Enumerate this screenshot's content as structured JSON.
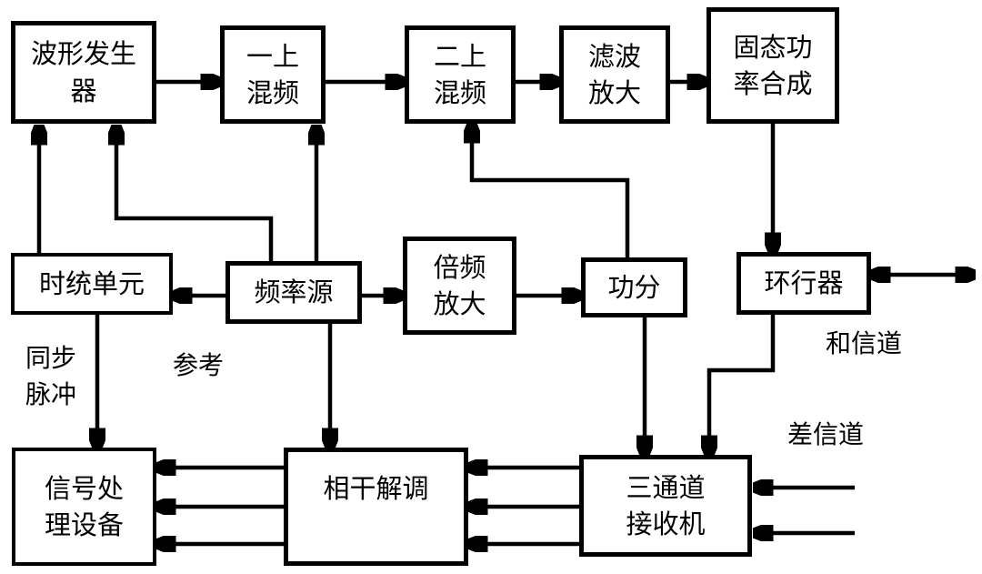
{
  "diagram": {
    "title_hint": "transmitter-receiver block diagram",
    "colors": {
      "line": "#000000",
      "background": "#ffffff",
      "text": "#000000"
    },
    "nodes": {
      "waveform_generator": {
        "label": "波形发生\n器"
      },
      "first_up_mixer": {
        "label": "一上\n混频"
      },
      "second_up_mixer": {
        "label": "二上\n混频"
      },
      "filter_amplifier": {
        "label": "滤波\n放大"
      },
      "solid_state_power_combiner": {
        "label": "固态功\n率合成"
      },
      "timing_unit": {
        "label": "时统单元"
      },
      "frequency_source": {
        "label": "频率源"
      },
      "multiplier_amplifier": {
        "label": "倍频\n放大"
      },
      "power_divider": {
        "label": "功分"
      },
      "circulator": {
        "label": "环行器"
      },
      "signal_processor": {
        "label": "信号处\n理设备"
      },
      "coherent_demodulator": {
        "label": "相干解调"
      },
      "three_channel_receiver": {
        "label": "三通道\n接收机"
      }
    },
    "labels": {
      "sync_pulse": "同步\n脉冲",
      "reference": "参考",
      "sum_channel": "和信道",
      "diff_channel": "差信道"
    }
  }
}
